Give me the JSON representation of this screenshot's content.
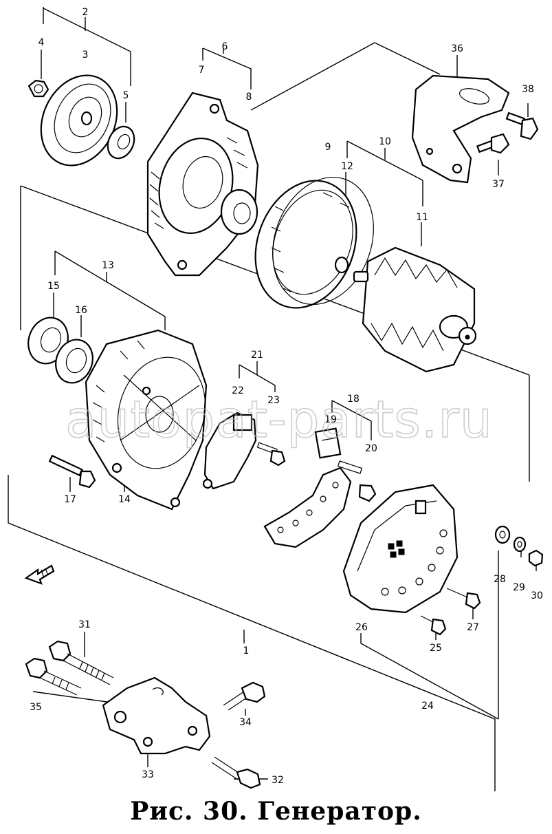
{
  "caption": "Рис. 30. Генератор.",
  "watermark": "autopat-parts.ru",
  "callouts": {
    "p1": "1",
    "p2": "2",
    "p3": "3",
    "p4": "4",
    "p5": "5",
    "p6": "6",
    "p7": "7",
    "p8": "8",
    "p9": "9",
    "p10": "10",
    "p11": "11",
    "p12": "12",
    "p13": "13",
    "p14": "14",
    "p15": "15",
    "p16": "16",
    "p17": "17",
    "p18": "18",
    "p19": "19",
    "p20": "20",
    "p21": "21",
    "p22": "22",
    "p23": "23",
    "p24": "24",
    "p25": "25",
    "p26": "26",
    "p27": "27",
    "p28": "28",
    "p29": "29",
    "p30": "30",
    "p31": "31",
    "p32": "32",
    "p33": "33",
    "p34": "34",
    "p35": "35",
    "p36": "36",
    "p37": "37",
    "p38": "38"
  },
  "icons": {
    "front_arrow": "arrow-left-icon"
  }
}
